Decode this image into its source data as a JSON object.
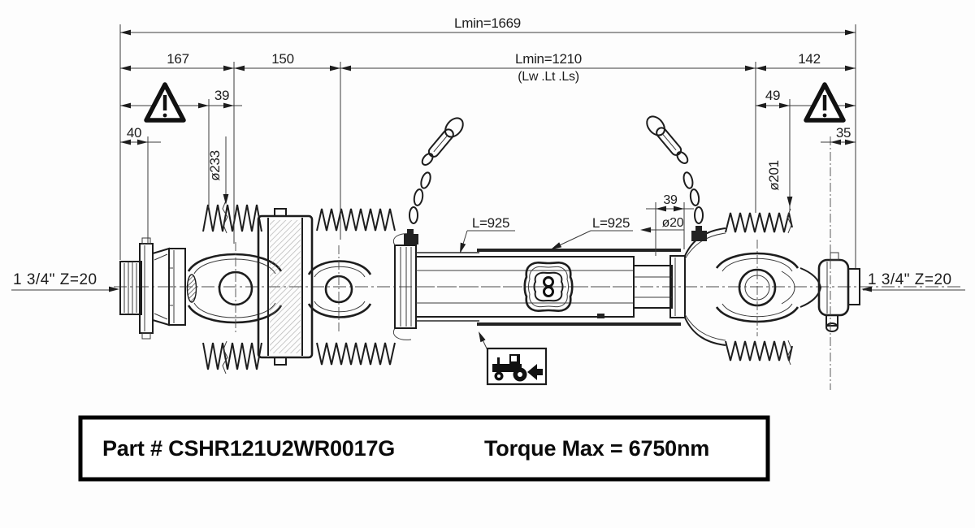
{
  "drawing": {
    "dims": {
      "lmin_total": "Lmin=1669",
      "seg_167": "167",
      "seg_150": "150",
      "lmin_center": "Lmin=1210",
      "lmin_center_sub": "(Lw .Lt .Ls)",
      "seg_142": "142",
      "d39_left": "39",
      "d40": "40",
      "dia_233": "ø233",
      "d49": "49",
      "d35": "35",
      "dia_201": "ø201",
      "l925_left": "L=925",
      "l925_right": "L=925",
      "d39_mid": "39",
      "dia_20": "ø20",
      "spline_left": "1 3/4\" Z=20",
      "spline_right": "1 3/4\" Z=20"
    },
    "label_box": {
      "part_number": "Part # CSHR121U2WR0017G",
      "torque": "Torque Max = 6750nm"
    },
    "colors": {
      "line": "#1d1d1d",
      "background": "#fdfdfd"
    }
  }
}
